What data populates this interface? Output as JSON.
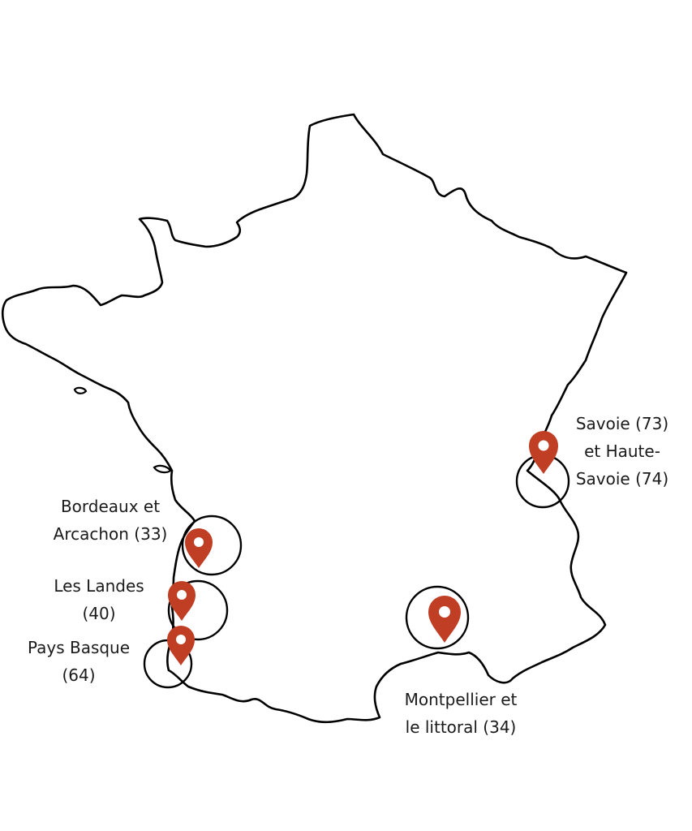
{
  "map": {
    "country": "France",
    "pin_color": "#BF3E24",
    "outline_color": "#000000",
    "locations": [
      {
        "id": "bordeaux",
        "label_lines": [
          "Bordeaux et",
          "Arcachon (33)"
        ]
      },
      {
        "id": "landes",
        "label_lines": [
          "Les Landes",
          "(40)"
        ]
      },
      {
        "id": "pays-basque",
        "label_lines": [
          "Pays Basque",
          "(64)"
        ]
      },
      {
        "id": "montpellier",
        "label_lines": [
          "Montpellier et",
          "le littoral (34)"
        ]
      },
      {
        "id": "savoie",
        "label_lines": [
          "Savoie (73)",
          "et Haute-",
          "Savoie (74)"
        ]
      }
    ]
  }
}
